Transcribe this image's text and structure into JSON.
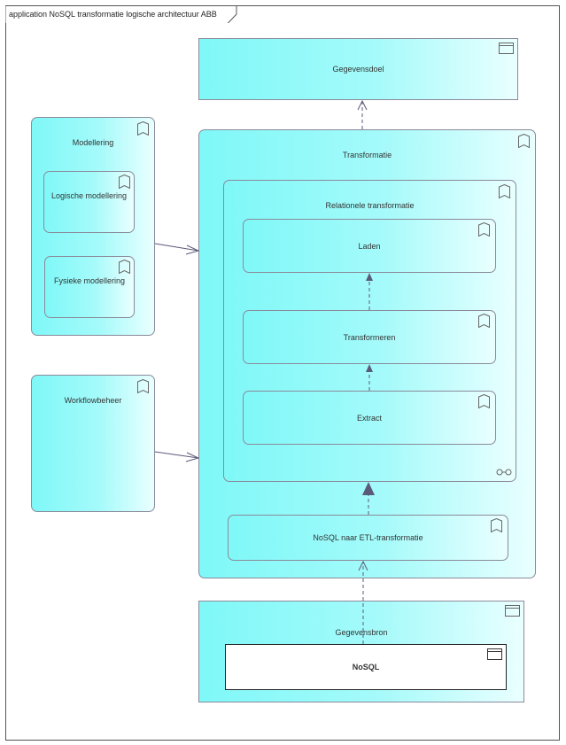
{
  "frame": {
    "title": "application NoSQL transformatie logische architectuur ABB"
  },
  "nodes": {
    "gegevensdoel": "Gegevensdoel",
    "modellering": "Modellering",
    "logische_modellering": "Logische modellering",
    "fysieke_modellering": "Fysieke modellering",
    "workflowbeheer": "Workflowbeheer",
    "transformatie": "Transformatie",
    "relationele_transformatie": "Relationele transformatie",
    "laden": "Laden",
    "transformeren": "Transformeren",
    "extract": "Extract",
    "nosql_naar_etl": "NoSQL naar ETL-transformatie",
    "gegevensbron": "Gegevensbron",
    "nosql": "NoSQL"
  },
  "colors": {
    "fill_start": "#7ff8f8",
    "fill_end": "#eaffff",
    "line": "#5a5a7a"
  },
  "icons": {
    "application_component": "component-icon",
    "application_function": "function-icon",
    "interaction": "interface-icon"
  }
}
